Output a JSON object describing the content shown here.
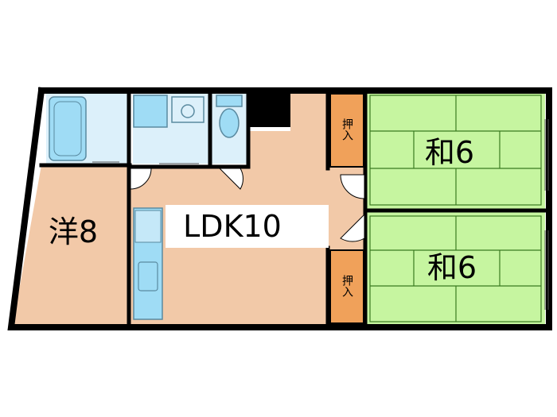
{
  "rooms": {
    "western": {
      "label": "洋8"
    },
    "ldk": {
      "label": "LDK10"
    },
    "tatami_top": {
      "label": "和6"
    },
    "tatami_bottom": {
      "label": "和6"
    }
  },
  "closets": {
    "top": {
      "label": "押入"
    },
    "bottom": {
      "label": "押入"
    }
  },
  "colors": {
    "floor_wood": "#f2c9a8",
    "tatami": "#c6f5a0",
    "wet_area": "#dcf0fa",
    "fixture": "#9fdcf5",
    "closet": "#f0a15a",
    "wall": "#000000",
    "door": "#ffffff"
  }
}
